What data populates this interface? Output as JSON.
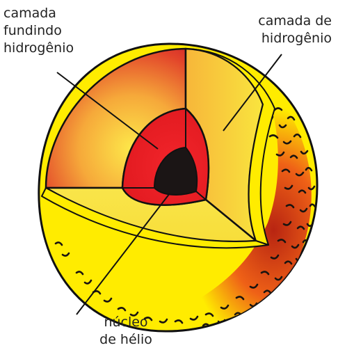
{
  "labels": {
    "fusion_shell": [
      "camada",
      "fundindo",
      "hidrogênio"
    ],
    "hydrogen_shell": [
      "camada de",
      "hidrogênio"
    ],
    "helium_core": [
      "núcleo",
      "de hélio"
    ]
  },
  "colors": {
    "surface_yellow": "#ffec00",
    "inner_yellow": "#f7e63a",
    "shell_red": "#e21a1d",
    "fusion_red": "#ea1d24",
    "core": "#1b1515",
    "outline": "#111111",
    "granule": "#1a1410"
  }
}
